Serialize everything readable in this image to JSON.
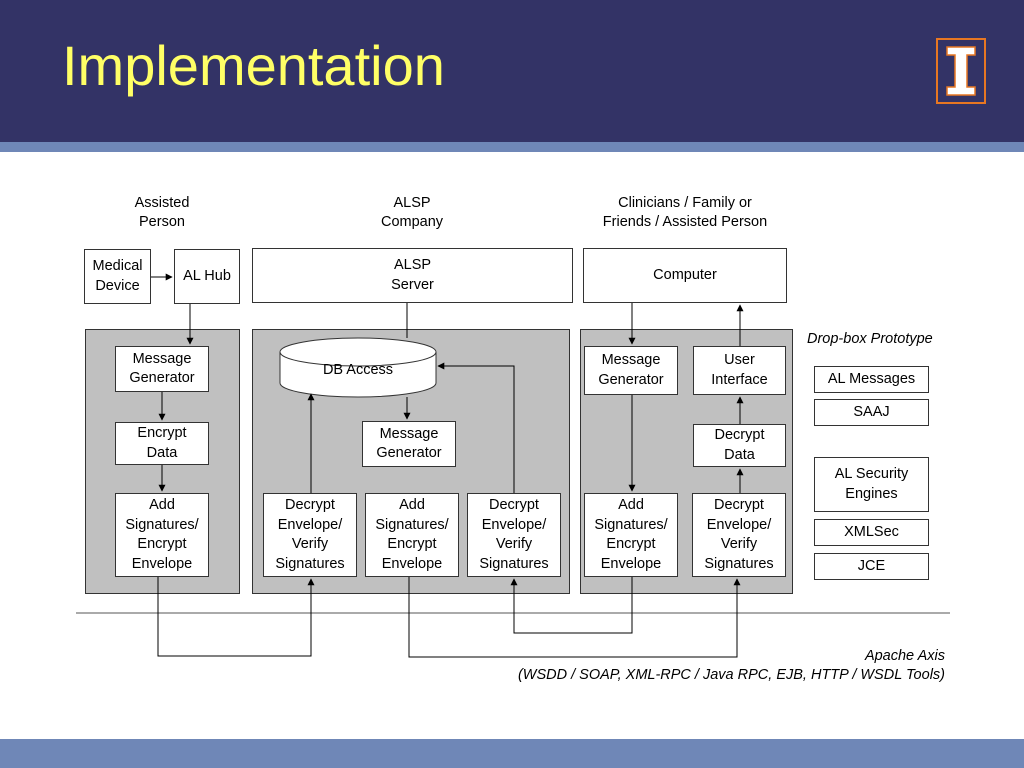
{
  "slide": {
    "title": "Implementation",
    "logo_icon": "illinois-block-i-logo",
    "colors": {
      "header": "#333366",
      "title": "#ffff66",
      "stripe": "#6f87b7",
      "panel": "#c0c0c0",
      "logo": "#e87722"
    }
  },
  "columns": {
    "assisted_person": "Assisted\nPerson",
    "alsp_company": "ALSP\nCompany",
    "clinicians": "Clinicians / Family or\nFriends / Assisted Person"
  },
  "top_row": {
    "medical_device": "Medical\nDevice",
    "al_hub": "AL Hub",
    "alsp_server": "ALSP\nServer",
    "computer": "Computer"
  },
  "left_panel": {
    "message_generator": "Message\nGenerator",
    "encrypt_data": "Encrypt\nData",
    "add_signatures": "Add\nSignatures/\nEncrypt\nEnvelope"
  },
  "middle_panel": {
    "db_access": "DB Access",
    "message_generator": "Message\nGenerator",
    "decrypt_envelope_left": "Decrypt\nEnvelope/\nVerify\nSignatures",
    "add_signatures": "Add\nSignatures/\nEncrypt\nEnvelope",
    "decrypt_envelope_right": "Decrypt\nEnvelope/\nVerify\nSignatures"
  },
  "right_panel": {
    "message_generator": "Message\nGenerator",
    "user_interface": "User\nInterface",
    "decrypt_data": "Decrypt\nData",
    "add_signatures": "Add\nSignatures/\nEncrypt\nEnvelope",
    "decrypt_envelope": "Decrypt\nEnvelope/\nVerify\nSignatures"
  },
  "prototype": {
    "heading": "Drop-box Prototype",
    "al_messages": "AL Messages",
    "saaj": "SAAJ",
    "al_security_engines": "AL Security\nEngines",
    "xmlsec": "XMLSec",
    "jce": "JCE"
  },
  "transport": {
    "line1": "Apache Axis",
    "line2": "(WSDD / SOAP, XML-RPC / Java RPC, EJB, HTTP / WSDL Tools)"
  }
}
